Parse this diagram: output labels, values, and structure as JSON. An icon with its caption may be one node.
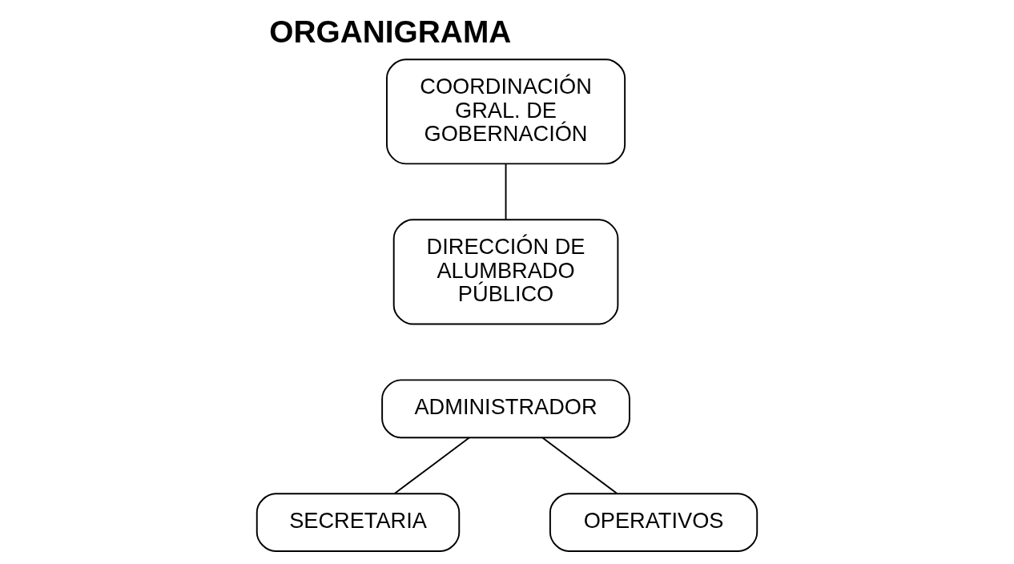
{
  "diagram": {
    "title": "ORGANIGRAMA",
    "nodes": [
      {
        "text": [
          "COORDINACIÓN GRAL. DE GOBERNACIÓN"
        ]
      },
      {
        "text": [
          "DIRECCIÓN DE ALUMBRADO PÚBLICO"
        ]
      },
      {
        "text": [
          "ADMINISTRADOR"
        ]
      },
      {
        "text": [
          "SECRETARIA"
        ]
      },
      {
        "text": [
          "OPERATIVOS"
        ]
      }
    ],
    "edges": [
      {
        "from": 0,
        "to": 1,
        "arrow": "none"
      },
      {
        "from": 2,
        "to": 3,
        "arrow": "none"
      },
      {
        "from": 2,
        "to": 4,
        "arrow": "none"
      }
    ]
  }
}
